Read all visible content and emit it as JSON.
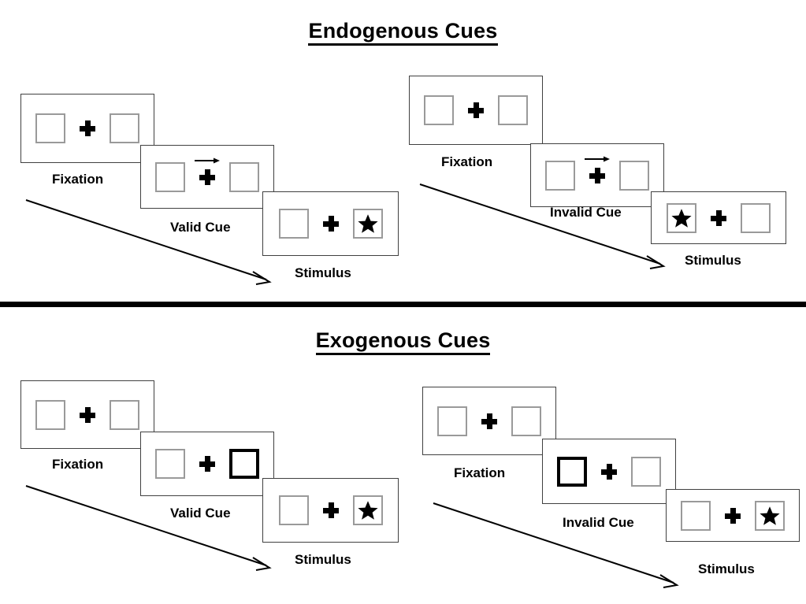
{
  "sections": [
    {
      "id": "endogenous",
      "title": "Endogenous Cues",
      "columns": [
        {
          "id": "endogenous-valid",
          "stages": [
            {
              "id": "fixation",
              "label": "Fixation",
              "cue_type": "none",
              "left_content": "empty",
              "right_content": "empty",
              "cued_side": "none"
            },
            {
              "id": "cue",
              "label": "Valid Cue",
              "cue_type": "arrow-right",
              "left_content": "empty",
              "right_content": "empty",
              "cued_side": "right"
            },
            {
              "id": "stimulus",
              "label": "Stimulus",
              "cue_type": "none",
              "left_content": "empty",
              "right_content": "star",
              "cued_side": "none"
            }
          ]
        },
        {
          "id": "endogenous-invalid",
          "stages": [
            {
              "id": "fixation",
              "label": "Fixation",
              "cue_type": "none",
              "left_content": "empty",
              "right_content": "empty",
              "cued_side": "none"
            },
            {
              "id": "cue",
              "label": "Invalid Cue",
              "cue_type": "arrow-right",
              "left_content": "empty",
              "right_content": "empty",
              "cued_side": "right"
            },
            {
              "id": "stimulus",
              "label": "Stimulus",
              "cue_type": "none",
              "left_content": "star",
              "right_content": "empty",
              "cued_side": "none"
            }
          ]
        }
      ]
    },
    {
      "id": "exogenous",
      "title": "Exogenous Cues",
      "columns": [
        {
          "id": "exogenous-valid",
          "stages": [
            {
              "id": "fixation",
              "label": "Fixation",
              "cue_type": "none",
              "left_content": "empty",
              "right_content": "empty",
              "cued_side": "none"
            },
            {
              "id": "cue",
              "label": "Valid Cue",
              "cue_type": "box-flash",
              "left_content": "empty",
              "right_content": "empty",
              "cued_side": "right"
            },
            {
              "id": "stimulus",
              "label": "Stimulus",
              "cue_type": "none",
              "left_content": "empty",
              "right_content": "star",
              "cued_side": "none"
            }
          ]
        },
        {
          "id": "exogenous-invalid",
          "stages": [
            {
              "id": "fixation",
              "label": "Fixation",
              "cue_type": "none",
              "left_content": "empty",
              "right_content": "empty",
              "cued_side": "none"
            },
            {
              "id": "cue",
              "label": "Invalid Cue",
              "cue_type": "box-flash",
              "left_content": "empty",
              "right_content": "empty",
              "cued_side": "left"
            },
            {
              "id": "stimulus",
              "label": "Stimulus",
              "cue_type": "none",
              "left_content": "empty",
              "right_content": "star",
              "cued_side": "none"
            }
          ]
        }
      ]
    }
  ],
  "icons": {
    "fixation_cross": "plus-cross-icon",
    "star": "star-icon",
    "arrow_right": "arrow-right-icon",
    "time_arrow": "time-progression-arrow-icon"
  },
  "colors": {
    "ink": "#000000",
    "frame_border": "#404040",
    "box_border": "#9a9a9a",
    "cued_box_border": "#000000",
    "background": "#ffffff"
  }
}
